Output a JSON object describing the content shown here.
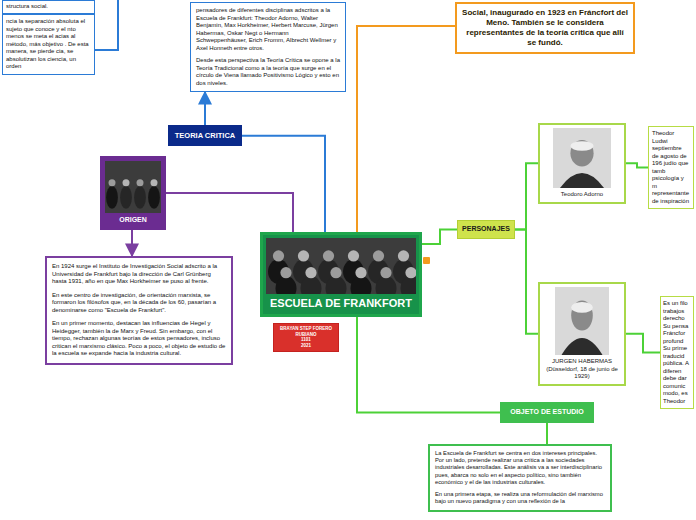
{
  "diagram": {
    "nodes": [
      {
        "text": [
          "structura social."
        ]
      },
      {
        "text": [
          "ncia la separación absoluta el sujeto que conoce y el nto menos se meta el acias al método, más objetivo . De esta manera, se pierde cia, se absolutizan los ciencia, un orden"
        ]
      },
      {
        "text": [
          "pensadores de diferentes disciplinas adscritos a la Escuela de Frankfurt: Theodor Adorno, Walter Benjamin, Max Horkheimer, Herbert Marcuse, Jürgen Habermas, Oskar Negt o Hermann Schweppenhäuser, Erich Fromm, Albrecht Wellmer y Axel Honneth entre otros.",
          "Desde esta perspectiva la Teoría Crítica se opone a la Teoría Tradicional como a la teoría que surge en el círculo de Viena llamado Positivismo Lógico y esto en dos niveles."
        ]
      },
      {
        "text": [
          "Social, inaugurado en 1923 en Fráncfort del Meno. También se le considera representantes de la teoría crítica que allí se fundó."
        ]
      },
      {
        "text": [
          "TEORIA CRITICA"
        ]
      },
      {
        "text": [
          "Theodor Ludwi septiembre de agosto de 196 judío que tamb psicología y m representante de inspiración"
        ]
      },
      {
        "text": [
          "ORIGEN"
        ]
      },
      {
        "text": [
          "ESCUELA DE FRANKFORT"
        ]
      },
      {
        "text": [
          "PERSONAJES"
        ]
      },
      {
        "text": [
          "Teodoro Adorno"
        ]
      },
      {
        "text": [
          "BRAYAN STEP FORERO RUBIANO",
          "1101",
          "2021"
        ]
      },
      {
        "text": [
          "En 1924 surge el Instituto de Investigación Social adscrito a la Universidad de Frankfurt bajo la dirección de Carl Grünberg hasta 1931, año en que Max Horkheimer se puso al frente.",
          "En este centro de investigación, de orientación marxista, se formaron los filósofos que, en la década de los 60, pasarían a denominarse como \"Escuela de Frankfurt\".",
          "En un primer momento, destacan las influencias de Hegel y Heidegger, también la de Marx y Freud. Sin embargo, con el tiempo, rechazan algunas teorías de estos pensadores, incluso critican el marxismo clásico. Poco a poco, el objeto de estudio de la escuela se expande hacia la industria cultural."
        ]
      },
      {
        "text": [
          "JURGEN HABERMAS (Düsseldorf, 18 de junio de 1929)"
        ]
      },
      {
        "text": [
          "Es un filo trabajos derecho Su pensa Fráncfor profund Su prime traducid pública. A diferen debe dar comunic modo, es Theodor"
        ]
      },
      {
        "text": [
          "OBJETO DE ESTUDIO"
        ]
      },
      {
        "text": [
          "La Escuela de Frankfurt se centra en dos intereses principales. Por un lado, pretende realizar una crítica a las sociedades industriales desarrolladas. Este análisis va a ser interdisciplinario pues, abarca no solo en el aspecto político, sino también económico y el de las industrias culturales.",
          "En una primera etapa, se realiza una reformulación del marxismo bajo un nuevo paradigma y con una reflexión de la"
        ]
      }
    ],
    "edges": [
      {
        "from": 7,
        "to": 4,
        "arrow": "none"
      },
      {
        "from": 4,
        "to": 2,
        "arrow": "to"
      },
      {
        "from": 7,
        "to": 6,
        "arrow": "none"
      },
      {
        "from": 6,
        "to": 11,
        "arrow": "to"
      },
      {
        "from": 7,
        "to": 3,
        "arrow": "none"
      },
      {
        "from": 7,
        "to": 8,
        "arrow": "none"
      },
      {
        "from": 8,
        "to": 9,
        "arrow": "none"
      },
      {
        "from": 8,
        "to": 12,
        "arrow": "none"
      },
      {
        "from": 9,
        "to": 5,
        "arrow": "none"
      },
      {
        "from": 12,
        "to": 13,
        "arrow": "none"
      },
      {
        "from": 7,
        "to": 14,
        "arrow": "none"
      },
      {
        "from": 14,
        "to": 15,
        "arrow": "none"
      }
    ]
  }
}
